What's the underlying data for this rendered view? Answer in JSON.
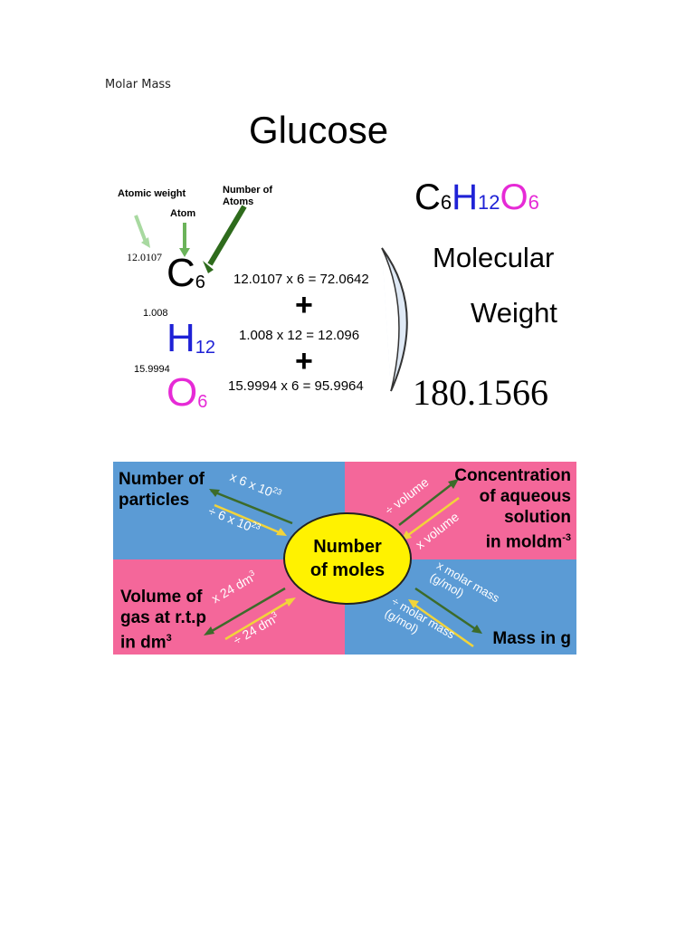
{
  "document": {
    "heading": "Molar Mass"
  },
  "glucose_figure": {
    "title": "Glucose",
    "labels": {
      "atomic_weight": "Atomic weight",
      "atom": "Atom",
      "number_of_atoms": "Number of Atoms"
    },
    "formula": {
      "c": "C",
      "c_n": "6",
      "h": "H",
      "h_n": "12",
      "o": "O",
      "o_n": "6"
    },
    "rows": [
      {
        "weight": "12.0107",
        "symbol": "C",
        "count": "6",
        "calc": "12.0107 x 6 = 72.0642",
        "color": "#000000"
      },
      {
        "weight": "1.008",
        "symbol": "H",
        "count": "12",
        "calc": "1.008 x 12 = 12.096",
        "color": "#1f22d6"
      },
      {
        "weight": "15.9994",
        "symbol": "O",
        "count": "6",
        "calc": "15.9994 x 6 = 95.9964",
        "color": "#e62ad6"
      }
    ],
    "plus": "+",
    "molecular_weight_line1": "Molecular",
    "molecular_weight_line2": "Weight",
    "molecular_weight_value": "180.1566"
  },
  "moles_diagram": {
    "center_line1": "Number",
    "center_line2": "of moles",
    "top_left_line1": "Number of",
    "top_left_line2": "particles",
    "top_right_line1": "Concentration",
    "top_right_line2": "of aqueous",
    "top_right_line3": "solution",
    "top_right_line4": "in moldm",
    "top_right_sup": "-3",
    "bottom_left_line1": "Volume of",
    "bottom_left_line2": "gas at r.t.p",
    "bottom_left_line3": "in dm",
    "bottom_left_sup": "3",
    "bottom_right": "Mass in g",
    "arrow_labels": {
      "tl_up": "x 6 x 10",
      "tl_up_sup": "23",
      "tl_down": "÷ 6 x 10",
      "tl_down_sup": "23",
      "tr_up": "÷ volume",
      "tr_down": "x volume",
      "bl_up": "x 24 dm",
      "bl_up_sup": "3",
      "bl_down": "÷ 24 dm",
      "bl_down_sup": "3",
      "br_up_1": "x molar mass",
      "br_up_2": "(g/mol)",
      "br_down_1": "÷ molar mass",
      "br_down_2": "(g/mol)"
    },
    "colors": {
      "blue": "#5b9bd5",
      "pink": "#f4679a",
      "yellow": "#fff200",
      "green_arrow": "#3c6b2a",
      "yellow_arrow": "#f2d43a"
    }
  }
}
